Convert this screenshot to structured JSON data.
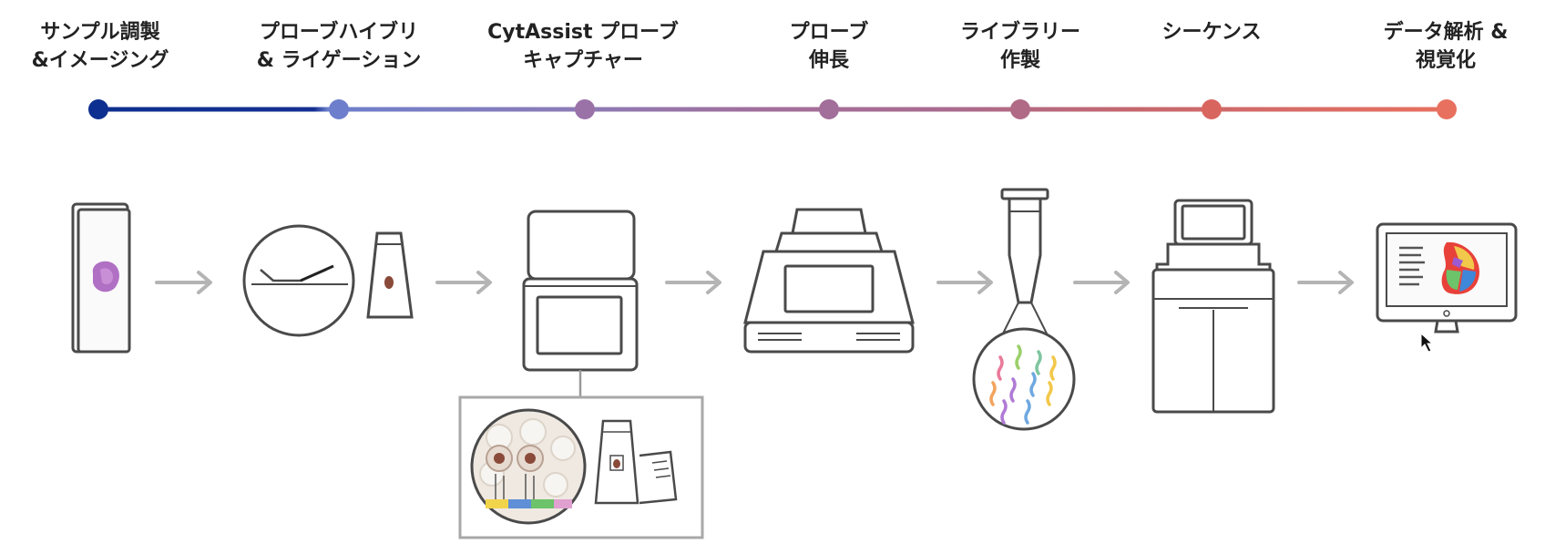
{
  "steps": [
    {
      "line1": "サンプル調製",
      "line2": "&イメージング"
    },
    {
      "line1": "プローブハイブリ",
      "line2": "& ライゲーション"
    },
    {
      "line1": "CytAssist プローブ",
      "line2": "キャプチャー"
    },
    {
      "line1": "プローブ",
      "line2": "伸長"
    },
    {
      "line1": "ライブラリー",
      "line2": "作製"
    },
    {
      "line1": "シーケンス",
      "line2": ""
    },
    {
      "line1": "データ解析 &",
      "line2": "視覚化"
    }
  ],
  "colors": {
    "timeline": [
      "#0d2f8f",
      "#6d7fcc",
      "#9a72a8",
      "#a26e9a",
      "#b06a86",
      "#d9655f",
      "#e8705f"
    ],
    "outline": "#4a4a4a",
    "arrow": "#b4b4b4"
  }
}
